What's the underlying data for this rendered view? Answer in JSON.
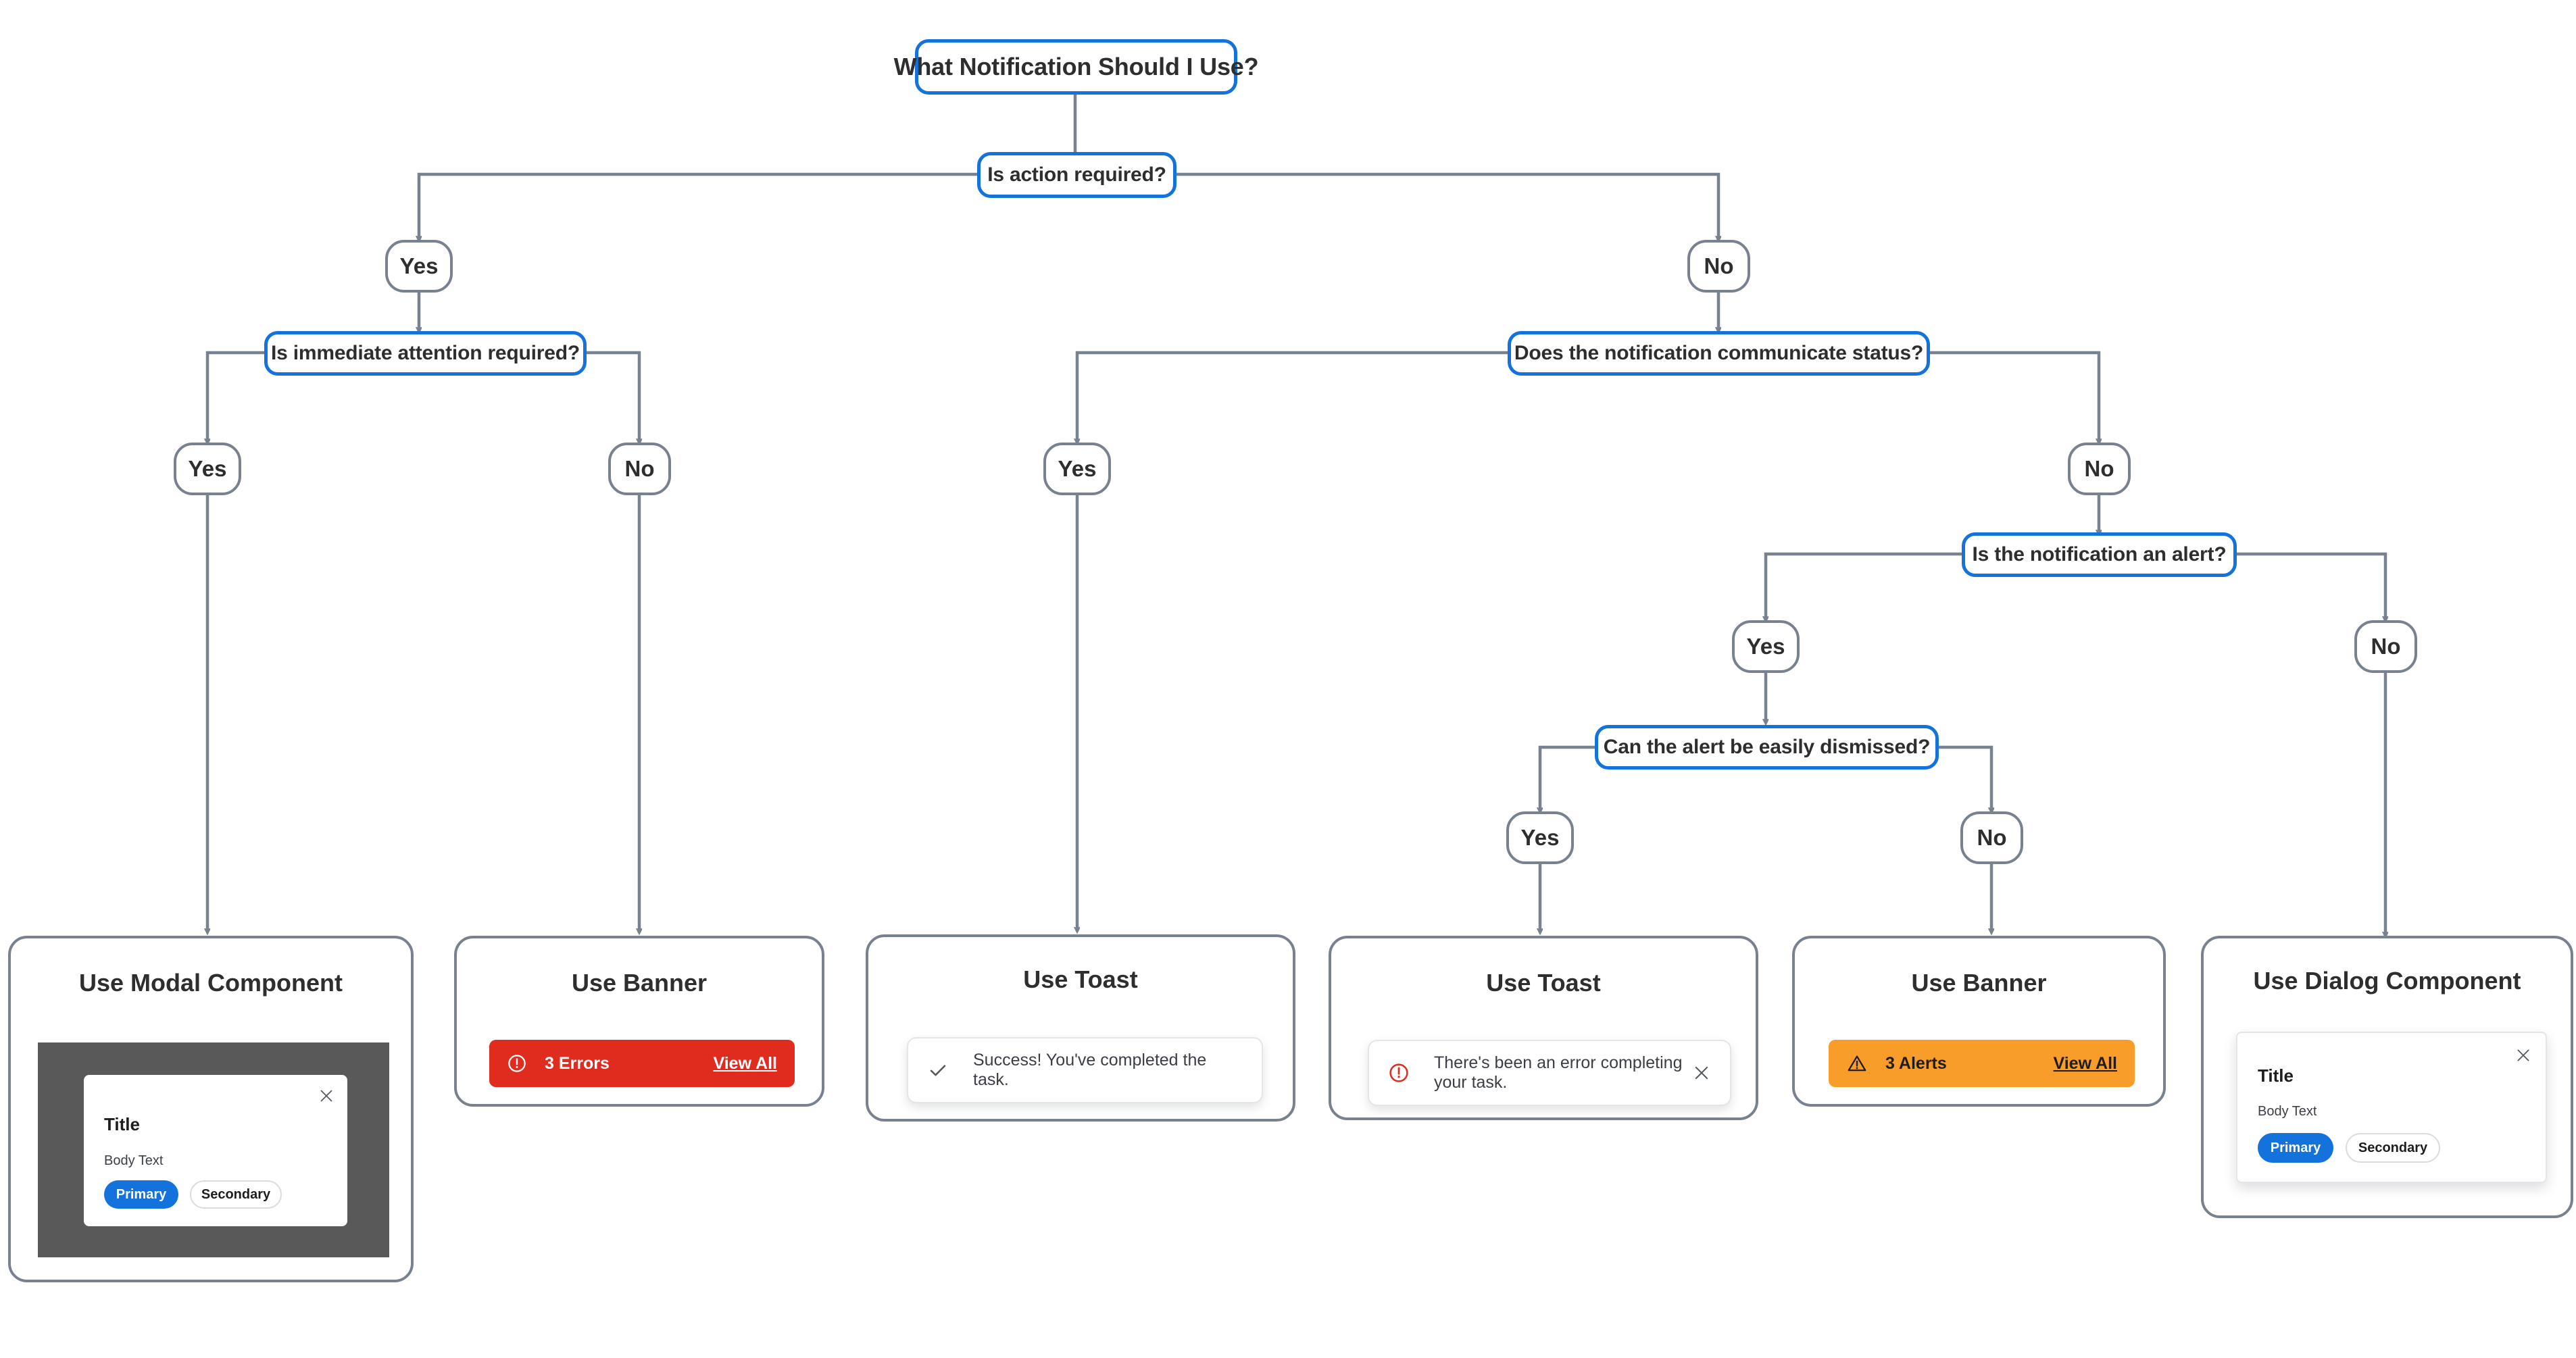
{
  "diagram": {
    "title_node": {
      "label": "What Notification Should I Use?"
    },
    "colors": {
      "accent_blue": "#1372DC",
      "line_gray": "#78818F",
      "error_red": "#E02B1F",
      "warning_orange": "#F89C2A",
      "scrim_gray": "#595959",
      "text_dark": "#2e2e2e"
    },
    "questions": [
      {
        "id": "q_action",
        "label": "Is action required?"
      },
      {
        "id": "q_immediate",
        "label": "Is immediate attention required?"
      },
      {
        "id": "q_status",
        "label": "Does the notification communicate status?"
      },
      {
        "id": "q_alert",
        "label": "Is the notification an alert?"
      },
      {
        "id": "q_dismiss",
        "label": "Can the alert be easily dismissed?"
      }
    ],
    "branch_labels": {
      "yes": "Yes",
      "no": "No"
    },
    "edges": [
      {
        "from": "q_action",
        "label": "Yes",
        "to": "q_immediate"
      },
      {
        "from": "q_action",
        "label": "No",
        "to": "q_status"
      },
      {
        "from": "q_immediate",
        "label": "Yes",
        "to": "card_modal"
      },
      {
        "from": "q_immediate",
        "label": "No",
        "to": "card_banner_error"
      },
      {
        "from": "q_status",
        "label": "Yes",
        "to": "card_toast_success"
      },
      {
        "from": "q_status",
        "label": "No",
        "to": "q_alert"
      },
      {
        "from": "q_alert",
        "label": "Yes",
        "to": "q_dismiss"
      },
      {
        "from": "q_alert",
        "label": "No",
        "to": "card_dialog"
      },
      {
        "from": "q_dismiss",
        "label": "Yes",
        "to": "card_toast_error"
      },
      {
        "from": "q_dismiss",
        "label": "No",
        "to": "card_banner_alert"
      }
    ]
  },
  "cards": {
    "modal": {
      "title": "Use Modal Component",
      "dialog": {
        "title": "Title",
        "body": "Body Text",
        "primary": "Primary",
        "secondary": "Secondary",
        "close_icon": "close-icon"
      }
    },
    "banner_error": {
      "title": "Use Banner",
      "banner": {
        "icon": "error-circle-icon",
        "label": "3 Errors",
        "link": "View All"
      }
    },
    "toast_success": {
      "title": "Use Toast",
      "toast": {
        "icon": "check-icon",
        "text": "Success! You've completed the task."
      }
    },
    "toast_error": {
      "title": "Use Toast",
      "toast": {
        "icon": "error-circle-icon",
        "text": "There's been an error completing your task.",
        "close_icon": "close-icon"
      }
    },
    "banner_alert": {
      "title": "Use Banner",
      "banner": {
        "icon": "warning-triangle-icon",
        "label": "3 Alerts",
        "link": "View All"
      }
    },
    "dialog": {
      "title": "Use Dialog Component",
      "dialog": {
        "title": "Title",
        "body": "Body Text",
        "primary": "Primary",
        "secondary": "Secondary",
        "close_icon": "close-icon"
      }
    }
  }
}
